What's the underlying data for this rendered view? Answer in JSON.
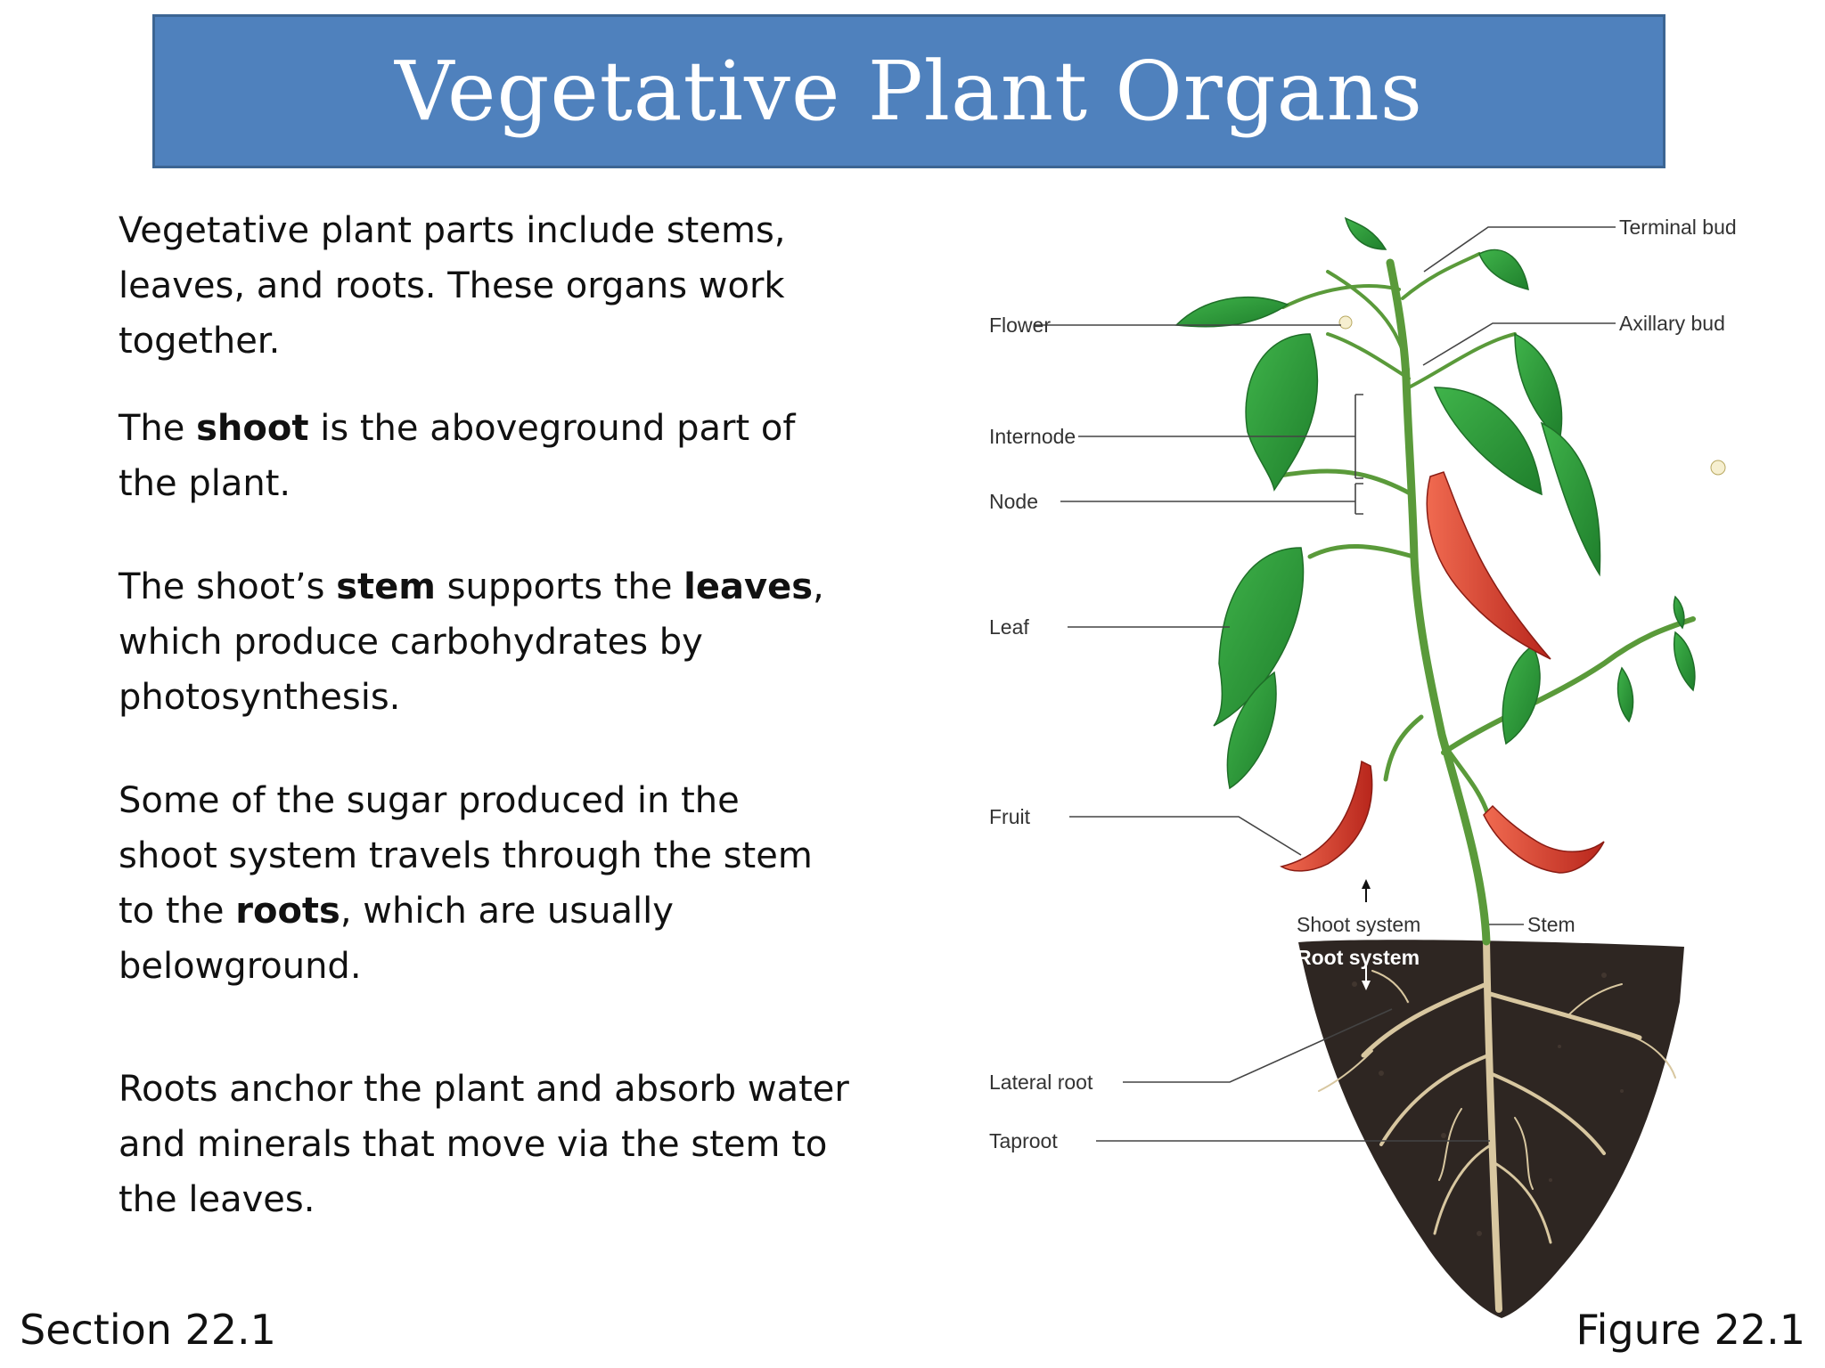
{
  "title": "Vegetative Plant Organs",
  "paragraphs": {
    "p1": "Vegetative plant parts include stems, leaves, and roots. These organs work together.",
    "p2": {
      "a": "The ",
      "b": "shoot",
      "c": " is the aboveground part of the plant."
    },
    "p3": {
      "a": "The shoot’s ",
      "b": "stem",
      "c": " supports the ",
      "d": "leaves",
      "e": ", which produce carbohydrates by photosynthesis."
    },
    "p4": {
      "a": "Some of the sugar produced in the shoot system travels through the stem to the ",
      "b": "roots",
      "c": ", which are usually belowground."
    },
    "p5": "Roots anchor the plant and absorb water and minerals that move via the stem to the leaves."
  },
  "labels": {
    "terminal_bud": "Terminal bud",
    "axillary_bud": "Axillary bud",
    "flower": "Flower",
    "internode": "Internode",
    "node": "Node",
    "leaf": "Leaf",
    "fruit": "Fruit",
    "shoot_system": "Shoot system",
    "stem": "Stem",
    "root_system": "Root system",
    "lateral_root": "Lateral root",
    "taproot": "Taproot"
  },
  "footer": {
    "section": "Section 22.1",
    "figure": "Figure 22.1"
  },
  "colors": {
    "title_bg": "#4f81bd",
    "leaf": "#2f9a3a",
    "stem": "#5a9a3a",
    "fruit": "#d23a2a",
    "soil": "#2e2622",
    "root": "#d8c7a0"
  }
}
